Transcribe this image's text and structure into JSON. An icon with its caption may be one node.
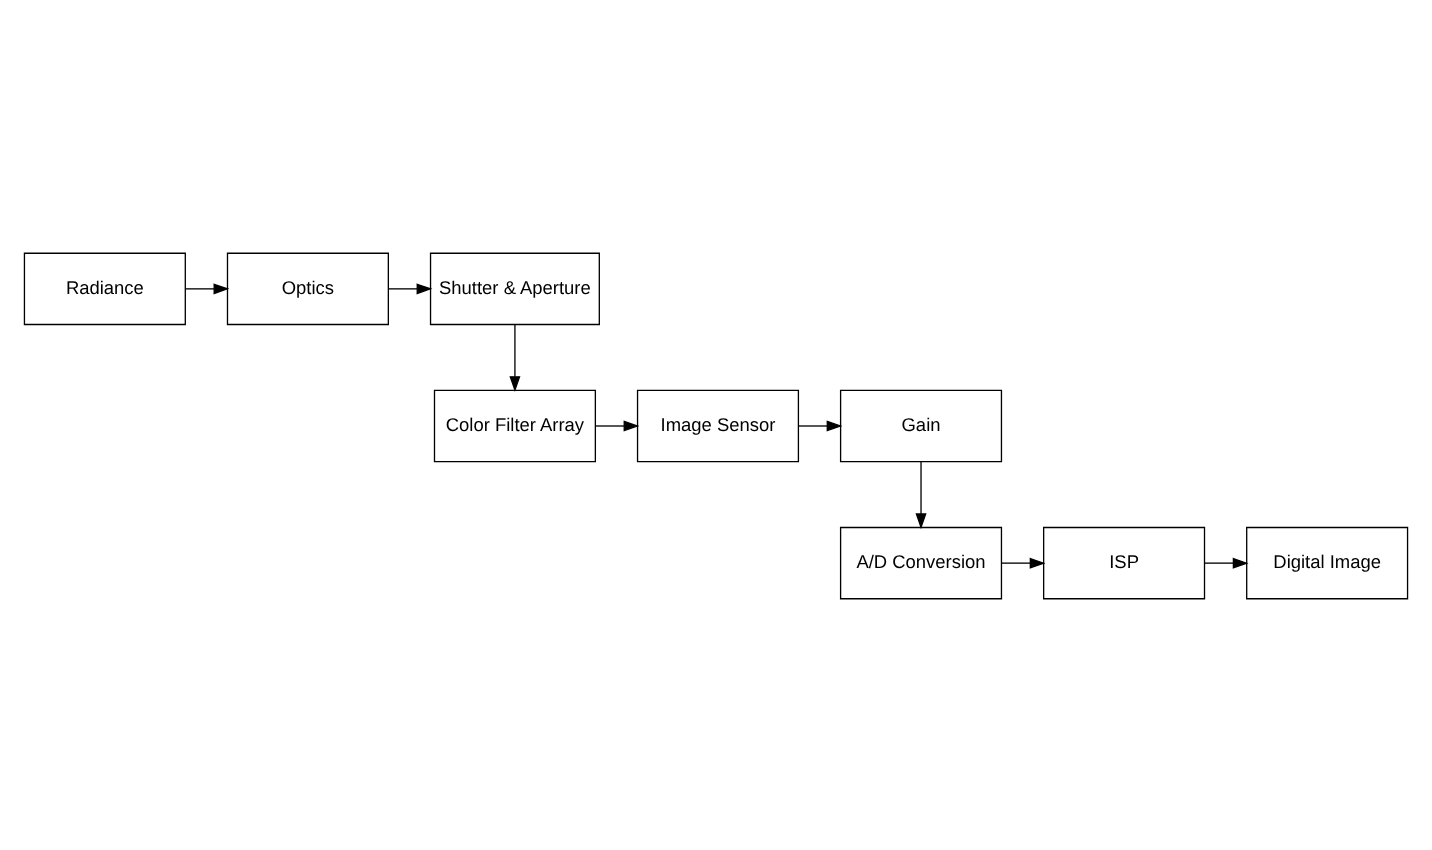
{
  "diagram": {
    "nodes": [
      {
        "text": [
          "Radiance"
        ]
      },
      {
        "text": [
          "Optics"
        ]
      },
      {
        "text": [
          "Shutter & Aperture"
        ]
      },
      {
        "text": [
          "Color Filter Array"
        ]
      },
      {
        "text": [
          "Image Sensor"
        ]
      },
      {
        "text": [
          "Gain"
        ]
      },
      {
        "text": [
          "A/D Conversion"
        ]
      },
      {
        "text": [
          "ISP"
        ]
      },
      {
        "text": [
          "Digital Image"
        ]
      }
    ],
    "edges": [
      {
        "from": 0,
        "to": 1,
        "arrow": "to"
      },
      {
        "from": 1,
        "to": 2,
        "arrow": "to"
      },
      {
        "from": 2,
        "to": 3,
        "arrow": "to"
      },
      {
        "from": 3,
        "to": 4,
        "arrow": "to"
      },
      {
        "from": 4,
        "to": 5,
        "arrow": "to"
      },
      {
        "from": 5,
        "to": 6,
        "arrow": "to"
      },
      {
        "from": 6,
        "to": 7,
        "arrow": "to"
      },
      {
        "from": 7,
        "to": 8,
        "arrow": "to"
      }
    ]
  }
}
